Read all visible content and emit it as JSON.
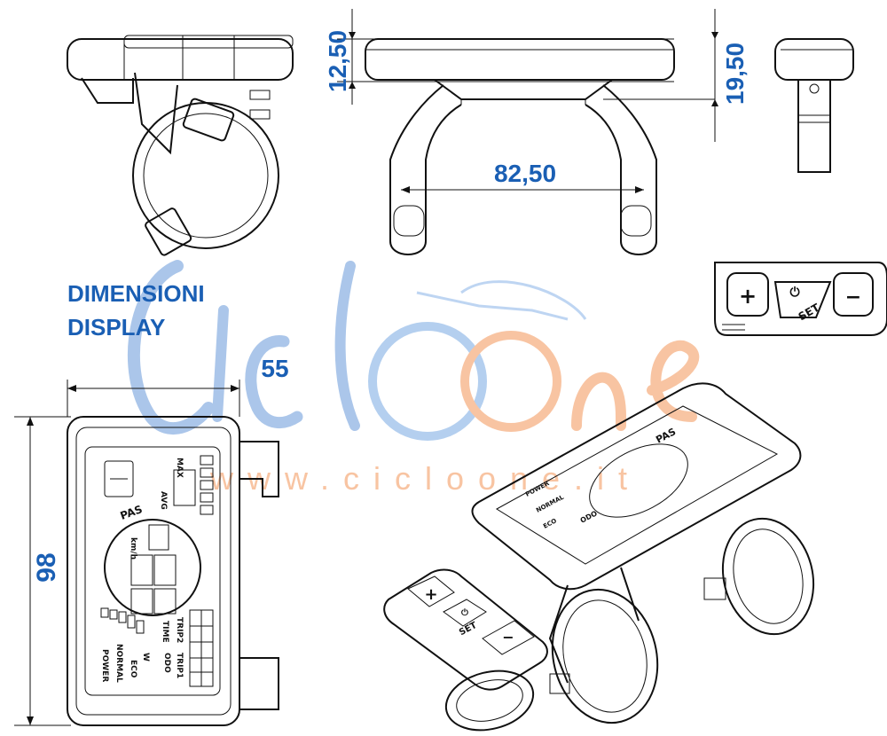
{
  "dimensions": {
    "height_front": "12,50",
    "height_total": "19,50",
    "clamp_width": "82,50",
    "display_width": "55",
    "display_height": "98"
  },
  "title": {
    "line1": "DIMENSIONI",
    "line2": "DISPLAY"
  },
  "watermark": {
    "logo": "cicloone",
    "url": "www.cicloone.it"
  },
  "display_labels": {
    "pas": "PAS",
    "km_h": "km/h",
    "max": "MAX",
    "avg": "AVG",
    "power": "POWER",
    "normal": "NORMAL",
    "eco": "ECO",
    "odo": "ODO",
    "time": "TIME",
    "trip1": "TRIP1",
    "trip2": "TRIP2",
    "w": "W"
  },
  "remote_buttons": {
    "plus": "+",
    "minus": "−",
    "set": "SET",
    "power_symbol": "⏻"
  },
  "colors": {
    "dimension_text": "#1a5fb4",
    "watermark_blue": "#6f9fd8",
    "watermark_orange": "#f4a16b"
  }
}
